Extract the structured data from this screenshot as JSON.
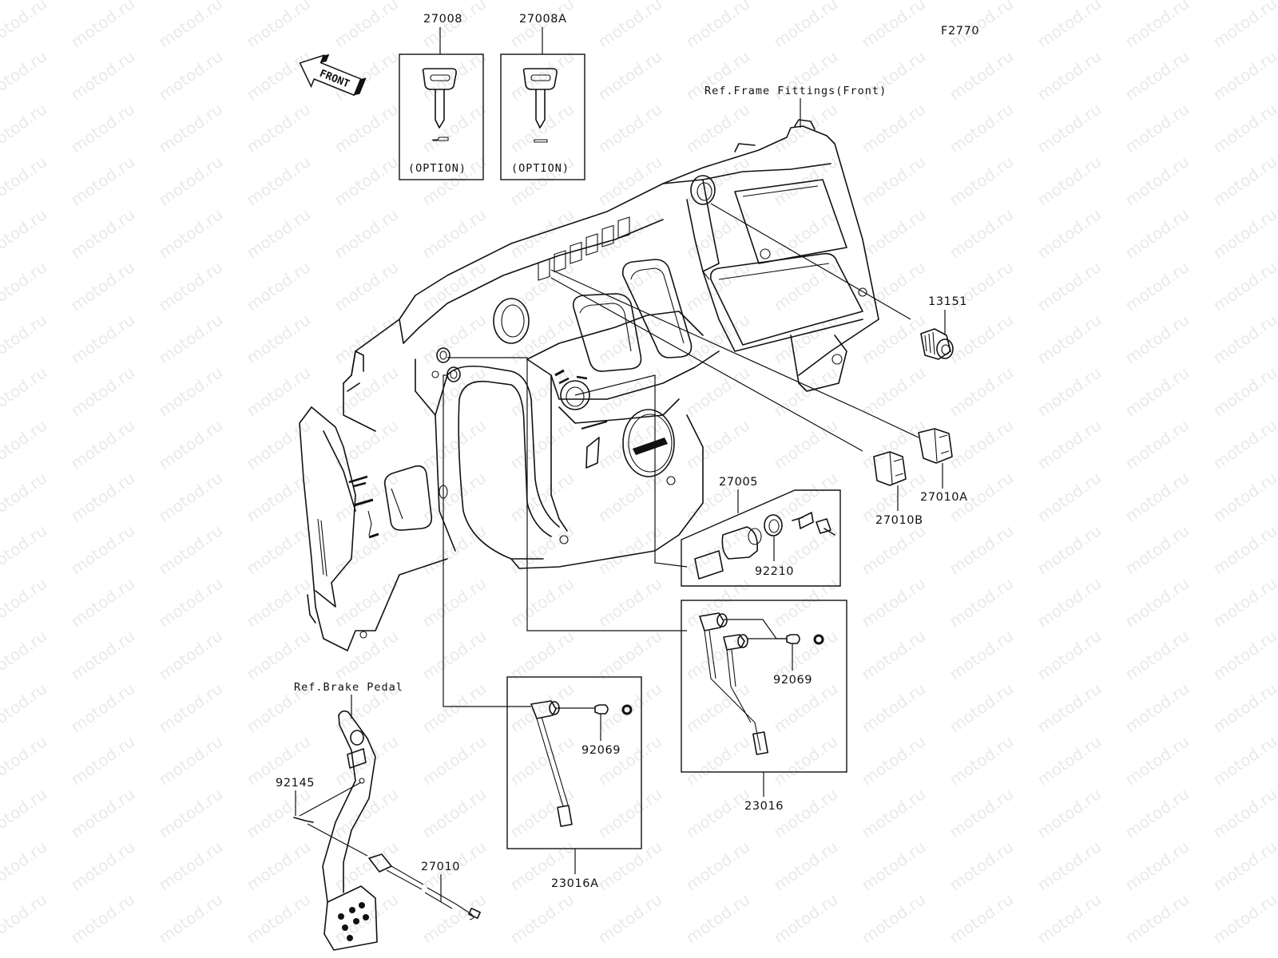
{
  "diagram": {
    "figure_code": "F2770",
    "watermark": "motod.ru",
    "front_arrow_label": "FRONT",
    "references": {
      "frame_fittings": "Ref.Frame Fittings(Front)",
      "brake_pedal": "Ref.Brake Pedal"
    },
    "parts": {
      "key_27008": {
        "number": "27008",
        "note": "(OPTION)"
      },
      "key_27008a": {
        "number": "27008A",
        "note": "(OPTION)"
      },
      "socket_13151": {
        "number": "13151"
      },
      "switch_27010a": {
        "number": "27010A"
      },
      "switch_27010b": {
        "number": "27010B"
      },
      "ignition_27005": {
        "number": "27005"
      },
      "nut_92210": {
        "number": "92210"
      },
      "lamp_92069_right": {
        "number": "92069"
      },
      "harness_23016": {
        "number": "23016"
      },
      "lamp_92069_left": {
        "number": "92069"
      },
      "harness_23016a": {
        "number": "23016A"
      },
      "spring_92145": {
        "number": "92145"
      },
      "brake_switch_27010": {
        "number": "27010"
      }
    }
  }
}
